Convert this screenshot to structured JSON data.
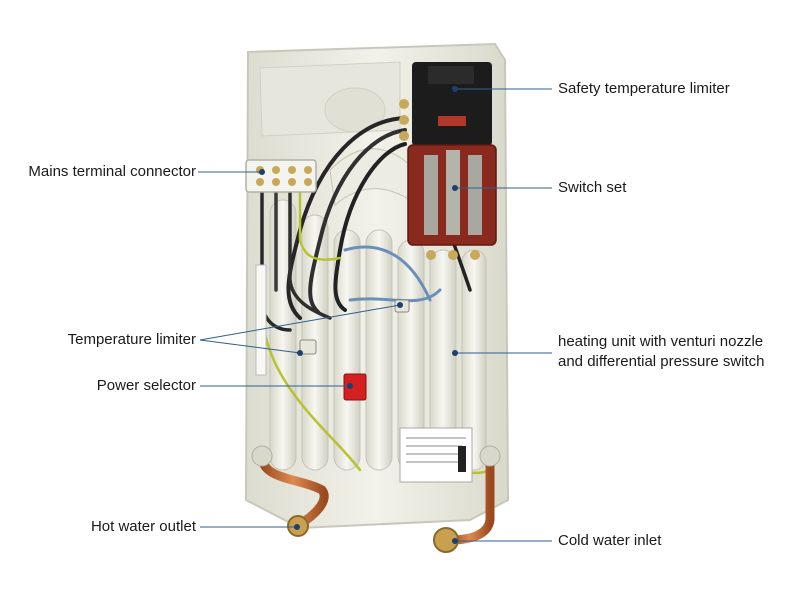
{
  "labels": {
    "safety_temperature_limiter": "Safety temperature limiter",
    "mains_terminal_connector": "Mains terminal connector",
    "switch_set": "Switch set",
    "temperature_limiter": "Temperature limiter",
    "heating_unit_line1": "heating unit with venturi nozzle",
    "heating_unit_line2": "and differential pressure switch",
    "power_selector": "Power selector",
    "hot_water_outlet": "Hot water outlet",
    "cold_water_inlet": "Cold water inlet"
  },
  "colors": {
    "leader_line": "#2f5f8f",
    "leader_dot": "#1f3f6f",
    "housing": "#ecece2",
    "relay_black": "#1c1c1c",
    "switch_red": "#8a2a1e",
    "copper": "#c26a35",
    "power_selector_red": "#d42020"
  }
}
